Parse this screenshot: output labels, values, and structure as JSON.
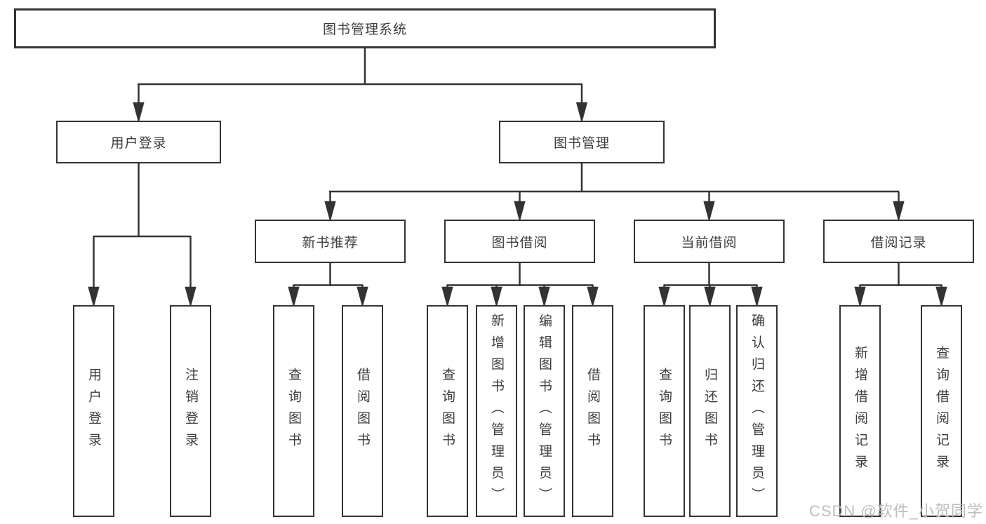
{
  "diagram": {
    "background_color": "#ffffff",
    "line_color": "#333333",
    "box_border_color": "#333333",
    "text_color": "#3d3d3d",
    "watermark": "CSDN @软件_小贺同学",
    "watermark_color": "#b6bbbf"
  },
  "tree": {
    "label": "图书管理系统",
    "children": [
      {
        "label": "用户登录",
        "children": [
          {
            "label": "用户登录"
          },
          {
            "label": "注销登录"
          }
        ]
      },
      {
        "label": "图书管理",
        "children": [
          {
            "label": "新书推荐",
            "children": [
              {
                "label": "查询图书"
              },
              {
                "label": "借阅图书"
              }
            ]
          },
          {
            "label": "图书借阅",
            "children": [
              {
                "label": "查询图书"
              },
              {
                "label": "新增图书（管理员）"
              },
              {
                "label": "编辑图书（管理员）"
              },
              {
                "label": "借阅图书"
              }
            ]
          },
          {
            "label": "当前借阅",
            "children": [
              {
                "label": "查询图书"
              },
              {
                "label": "归还图书"
              },
              {
                "label": "确认归还（管理员）"
              }
            ]
          },
          {
            "label": "借阅记录",
            "children": [
              {
                "label": "新增借阅记录"
              },
              {
                "label": "查询借阅记录"
              }
            ]
          }
        ]
      }
    ]
  }
}
